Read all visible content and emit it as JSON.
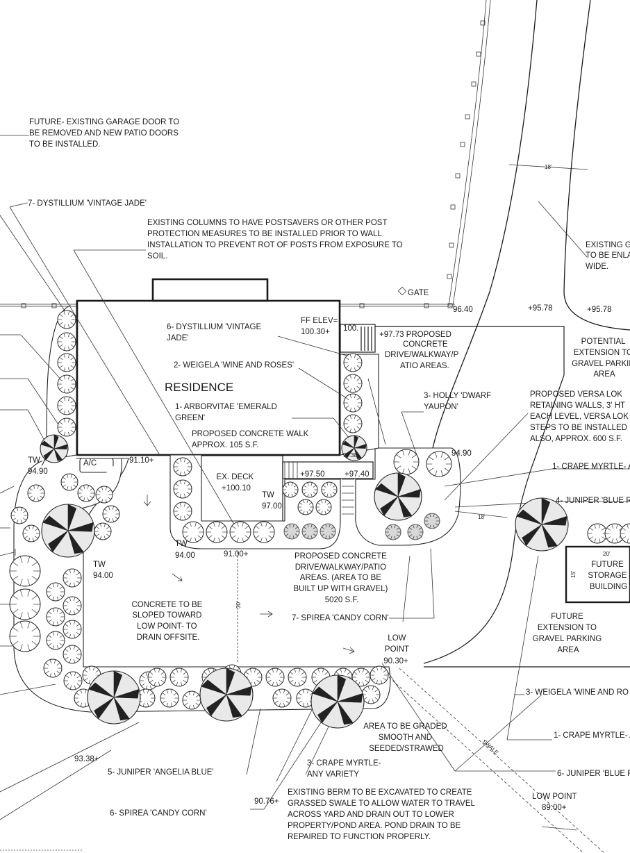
{
  "labels": {
    "garage_door": [
      "FUTURE- EXISTING GARAGE DOOR TO",
      "BE REMOVED AND NEW PATIO DOORS",
      "TO BE INSTALLED."
    ],
    "dystillium_left": "7- DYSTILLIUM 'VINTAGE JADE'",
    "columns_note": [
      "EXISTING COLUMNS TO HAVE POSTSAVERS OR OTHER POST",
      "PROTECTION MEASURES TO BE INSTALLED PRIOR TO WALL",
      "INSTALLATION TO PREVENT ROT OF POSTS FROM EXPOSURE TO",
      "SOIL."
    ],
    "existing_gravel": [
      "EXISTING G",
      "TO BE ENLA",
      "WIDE."
    ],
    "gate": "GATE",
    "dim_18_top": "18'",
    "elev_9640": "96.40",
    "elev_9578_a": "+95.78",
    "elev_9578_b": "+95.78",
    "potential_ext": [
      "POTENTIAL",
      "EXTENSION TO",
      "GRAVEL PARKIN",
      "AREA"
    ],
    "dystillium_6": [
      "6- DYSTILLIUM 'VINTAGE",
      "JADE'"
    ],
    "ff_elev": [
      "FF ELEV=",
      "100.30+"
    ],
    "elev_100": "100.",
    "proposed_concrete_top": [
      "+97.73 PROPOSED",
      "CONCRETE",
      "DRIVE/WALKWAY/P",
      "ATIO AREAS."
    ],
    "weigela_2": "2- WEIGELA 'WINE AND ROSES'",
    "residence": "RESIDENCE",
    "holly": [
      "3- HOLLY 'DWARF",
      "YAUPON'"
    ],
    "versa_lok": [
      "PROPOSED VERSA LOK",
      "RETAINING WALLS, 3' HT",
      "EACH LEVEL, VERSA LOK",
      "STEPS TO BE INSTALLED",
      "ALSO, APPROX. 600 S.F."
    ],
    "arborvitae": [
      "1- ARBORVITAE 'EMERALD",
      "GREEN'"
    ],
    "concrete_walk": [
      "PROPOSED CONCRETE WALK",
      "APPROX. 105 S.F."
    ],
    "elev_9738": "97.38",
    "elev_9490": "94.90",
    "crape_1_top": "1- CRAPE MYRTLE- A",
    "tw_left": "TW",
    "elev_9490_left": "94.90",
    "ac": "A/C",
    "elev_9110": "91.10+",
    "ex_deck": [
      "EX. DECK",
      "+100.10"
    ],
    "elev_9750": "+97.50",
    "elev_9740": "+97.40",
    "juniper_4": "4- JUNIPER 'BLUE R",
    "tw_mid": [
      "TW",
      "97.00"
    ],
    "dim_18_mid": "18'",
    "tw_9400_a": [
      "TW",
      "94.00"
    ],
    "elev_9100": "91.00+",
    "tw_9400_b": [
      "TW",
      "94.00"
    ],
    "proposed_concrete_main": [
      "PROPOSED CONCRETE",
      "DRIVE/WALKWAY/PATIO",
      "AREAS. (AREA TO BE",
      "BUILT UP WITH GRAVEL)",
      "5020 S.F."
    ],
    "dim_20": "20'",
    "dim_15": "15'",
    "future_storage": [
      "FUTURE",
      "STORAGE",
      "BUILDING"
    ],
    "concrete_sloped": [
      "CONCRETE TO BE",
      "SLOPED TOWARD",
      "LOW POINT- TO",
      "DRAIN OFFSITE."
    ],
    "dim_30": "30'",
    "spirea_7": "7- SPIREA 'CANDY CORN'",
    "future_ext": [
      "FUTURE",
      "EXTENSION TO",
      "GRAVEL PARKING",
      "AREA"
    ],
    "low_point_1": [
      "LOW",
      "POINT",
      "90.30+"
    ],
    "weigela_3": "3- WEIGELA 'WINE AND RO",
    "area_graded": [
      "AREA TO BE GRADED",
      "SMOOTH AND",
      "SEEDED/STRAWED"
    ],
    "swale": "SWALE",
    "crape_1_bottom": "1- CRAPE MYRTLE- A",
    "elev_9338": "93.38+",
    "crape_3": [
      "3- CRAPE MYRTLE-",
      "ANY VARIETY"
    ],
    "juniper_5": "5- JUNIPER 'ANGELIA BLUE'",
    "juniper_6": "6- JUNIPER 'BLUE R",
    "existing_berm": [
      "EXISTING BERM TO BE EXCAVATED TO CREATE",
      "GRASSED SWALE TO ALLOW WATER TO TRAVEL",
      "ACROSS YARD AND DRAIN OUT TO LOWER",
      "PROPERTY/POND AREA. POND DRAIN TO BE",
      "REPAIRED TO FUNCTION PROPERLY."
    ],
    "elev_9076": "90.76+",
    "low_point_2": [
      "LOW POINT",
      "89.00+"
    ],
    "spirea_6": "6- SPIREA 'CANDY CORN'"
  }
}
